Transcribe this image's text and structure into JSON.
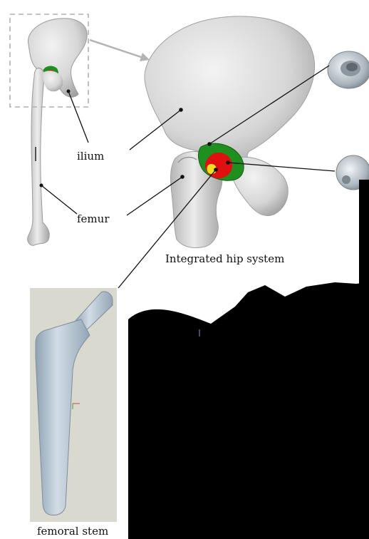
{
  "labels": {
    "ilium": "ilium",
    "femur": "femur",
    "integrated_hip_system": "Integrated hip system",
    "femoral_stem": "femoral stem"
  },
  "colors": {
    "bone": "#d8d8d8",
    "bone_shadow": "#a9a9a9",
    "cup_green": "#1f8f1f",
    "head_red": "#e01010",
    "liner_yellow": "#f0e020",
    "stem_metal": "#b8c7d4",
    "stem_bg": "#d8d8cf",
    "callout_arrow": "#b3b3b3",
    "black_region": "#000000"
  }
}
